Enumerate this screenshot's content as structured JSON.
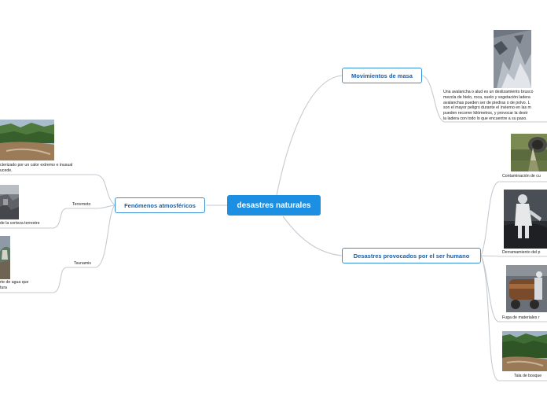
{
  "central": {
    "title": "desastres naturales"
  },
  "branches": {
    "mass": {
      "title": "Movimientos de masa",
      "description": "Una avalancha o alud es un deslizamiento brusco\nmezcla de hielo, roca, suelo y vegetación ladera\navalanchas pueden ser de piedras o de polvo. L\nson el mayor peligro durante el invierno en las m\npueden recorrer kilómetros, y provocar la destr\nla ladera con todo lo que encuentre a su paso."
    },
    "human": {
      "title": "Desastres provocados por el ser humano",
      "items": [
        {
          "label": "Contaminación de cu"
        },
        {
          "label": "Derramamiento del p"
        },
        {
          "label": "Fuga de materiales r"
        },
        {
          "label": "Tala de bosque"
        }
      ]
    },
    "atmo": {
      "title": "Fenómenos atmosféricos",
      "items": [
        {
          "label": "",
          "caption": "cterizado por un calor extremo e inusual\nucede."
        },
        {
          "label": "Terremoto",
          "caption": "de la corteza terrestre"
        },
        {
          "label": "Tsunamis",
          "caption": "rte de agua que\ntura"
        }
      ]
    }
  }
}
